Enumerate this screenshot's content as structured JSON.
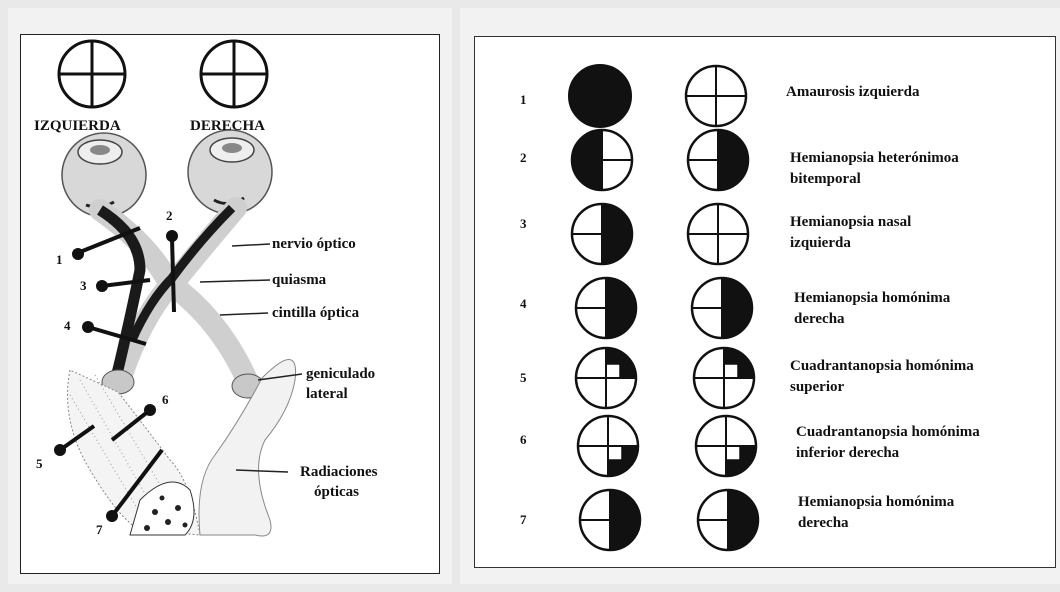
{
  "left_diagram": {
    "eye_left_title": "IZQUIERDA",
    "eye_right_title": "DERECHA",
    "labels": {
      "nervio": "nervio óptico",
      "quiasma": "quiasma",
      "cintilla": "cintilla óptica",
      "geniculado_1": "geniculado",
      "geniculado_2": "lateral",
      "radiaciones_1": "Radiaciones",
      "radiaciones_2": "ópticas"
    },
    "lesion_numbers": [
      "1",
      "2",
      "3",
      "4",
      "5",
      "6",
      "7"
    ]
  },
  "right_table": {
    "rows": [
      {
        "num": "1",
        "line1": "Amaurosis izquierda",
        "line2": ""
      },
      {
        "num": "2",
        "line1": "Hemianopsia heterónimoa",
        "line2": "bitemporal"
      },
      {
        "num": "3",
        "line1": "Hemianopsia nasal",
        "line2": "izquierda"
      },
      {
        "num": "4",
        "line1": "Hemianopsia homónima",
        "line2": "derecha"
      },
      {
        "num": "5",
        "line1": "Cuadrantanopsia homónima",
        "line2": "superior"
      },
      {
        "num": "6",
        "line1": "Cuadrantanopsia homónima",
        "line2": "inferior derecha"
      },
      {
        "num": "7",
        "line1": "Hemianopsia homónima",
        "line2": "derecha"
      }
    ]
  },
  "colors": {
    "ink": "#111111",
    "nerve": "#cfcfcf",
    "background": "#ffffff"
  }
}
